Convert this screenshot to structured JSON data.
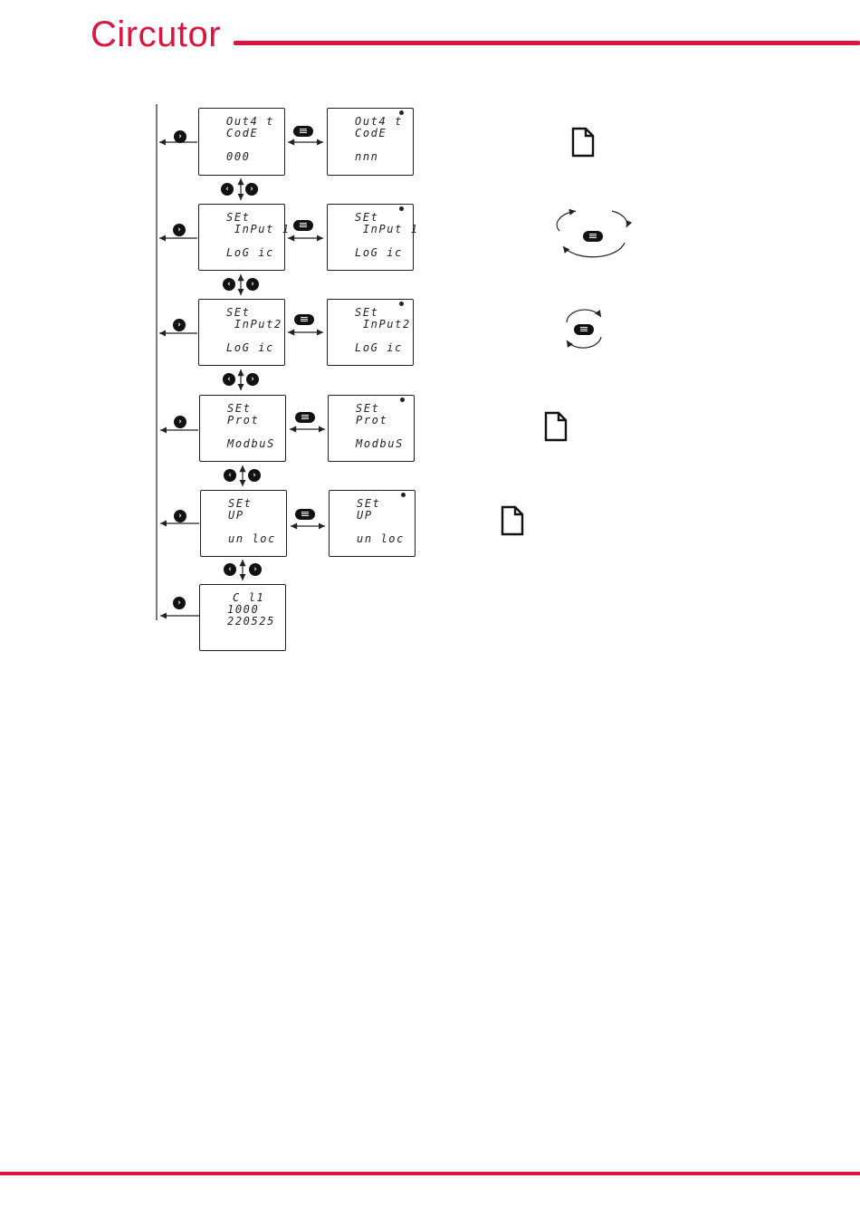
{
  "header": {
    "brand": "Circutor"
  },
  "colors": {
    "brand_red": "#d8163f",
    "ink": "#111111"
  },
  "diagram": {
    "screens": [
      {
        "left": [
          "Out4 t",
          "CodE",
          "000"
        ],
        "right": [
          "Out4 t",
          "CodE",
          "nnn"
        ]
      },
      {
        "left": [
          "SEt",
          " InPut 1",
          "LoG ic"
        ],
        "right": [
          "SEt",
          " InPut 1",
          "LoG ic"
        ]
      },
      {
        "left": [
          "SEt",
          " InPut2",
          "LoG ic"
        ],
        "right": [
          "SEt",
          " InPut2",
          "LoG ic"
        ]
      },
      {
        "left": [
          "SEt",
          "Prot",
          "ModbuS"
        ],
        "right": [
          "SEt",
          "Prot",
          "ModbuS"
        ]
      },
      {
        "left": [
          "SEt",
          "UP",
          "un loc"
        ],
        "right": [
          "SEt",
          "UP",
          "un loc"
        ]
      }
    ],
    "info_screen": [
      "C l1",
      "1000",
      "220525"
    ],
    "icons": {
      "next": "chevron-right-icon",
      "prev": "chevron-left-icon",
      "menu": "menu-button-icon",
      "document": "document-icon",
      "cycle": "rotate-arrows-icon"
    }
  }
}
